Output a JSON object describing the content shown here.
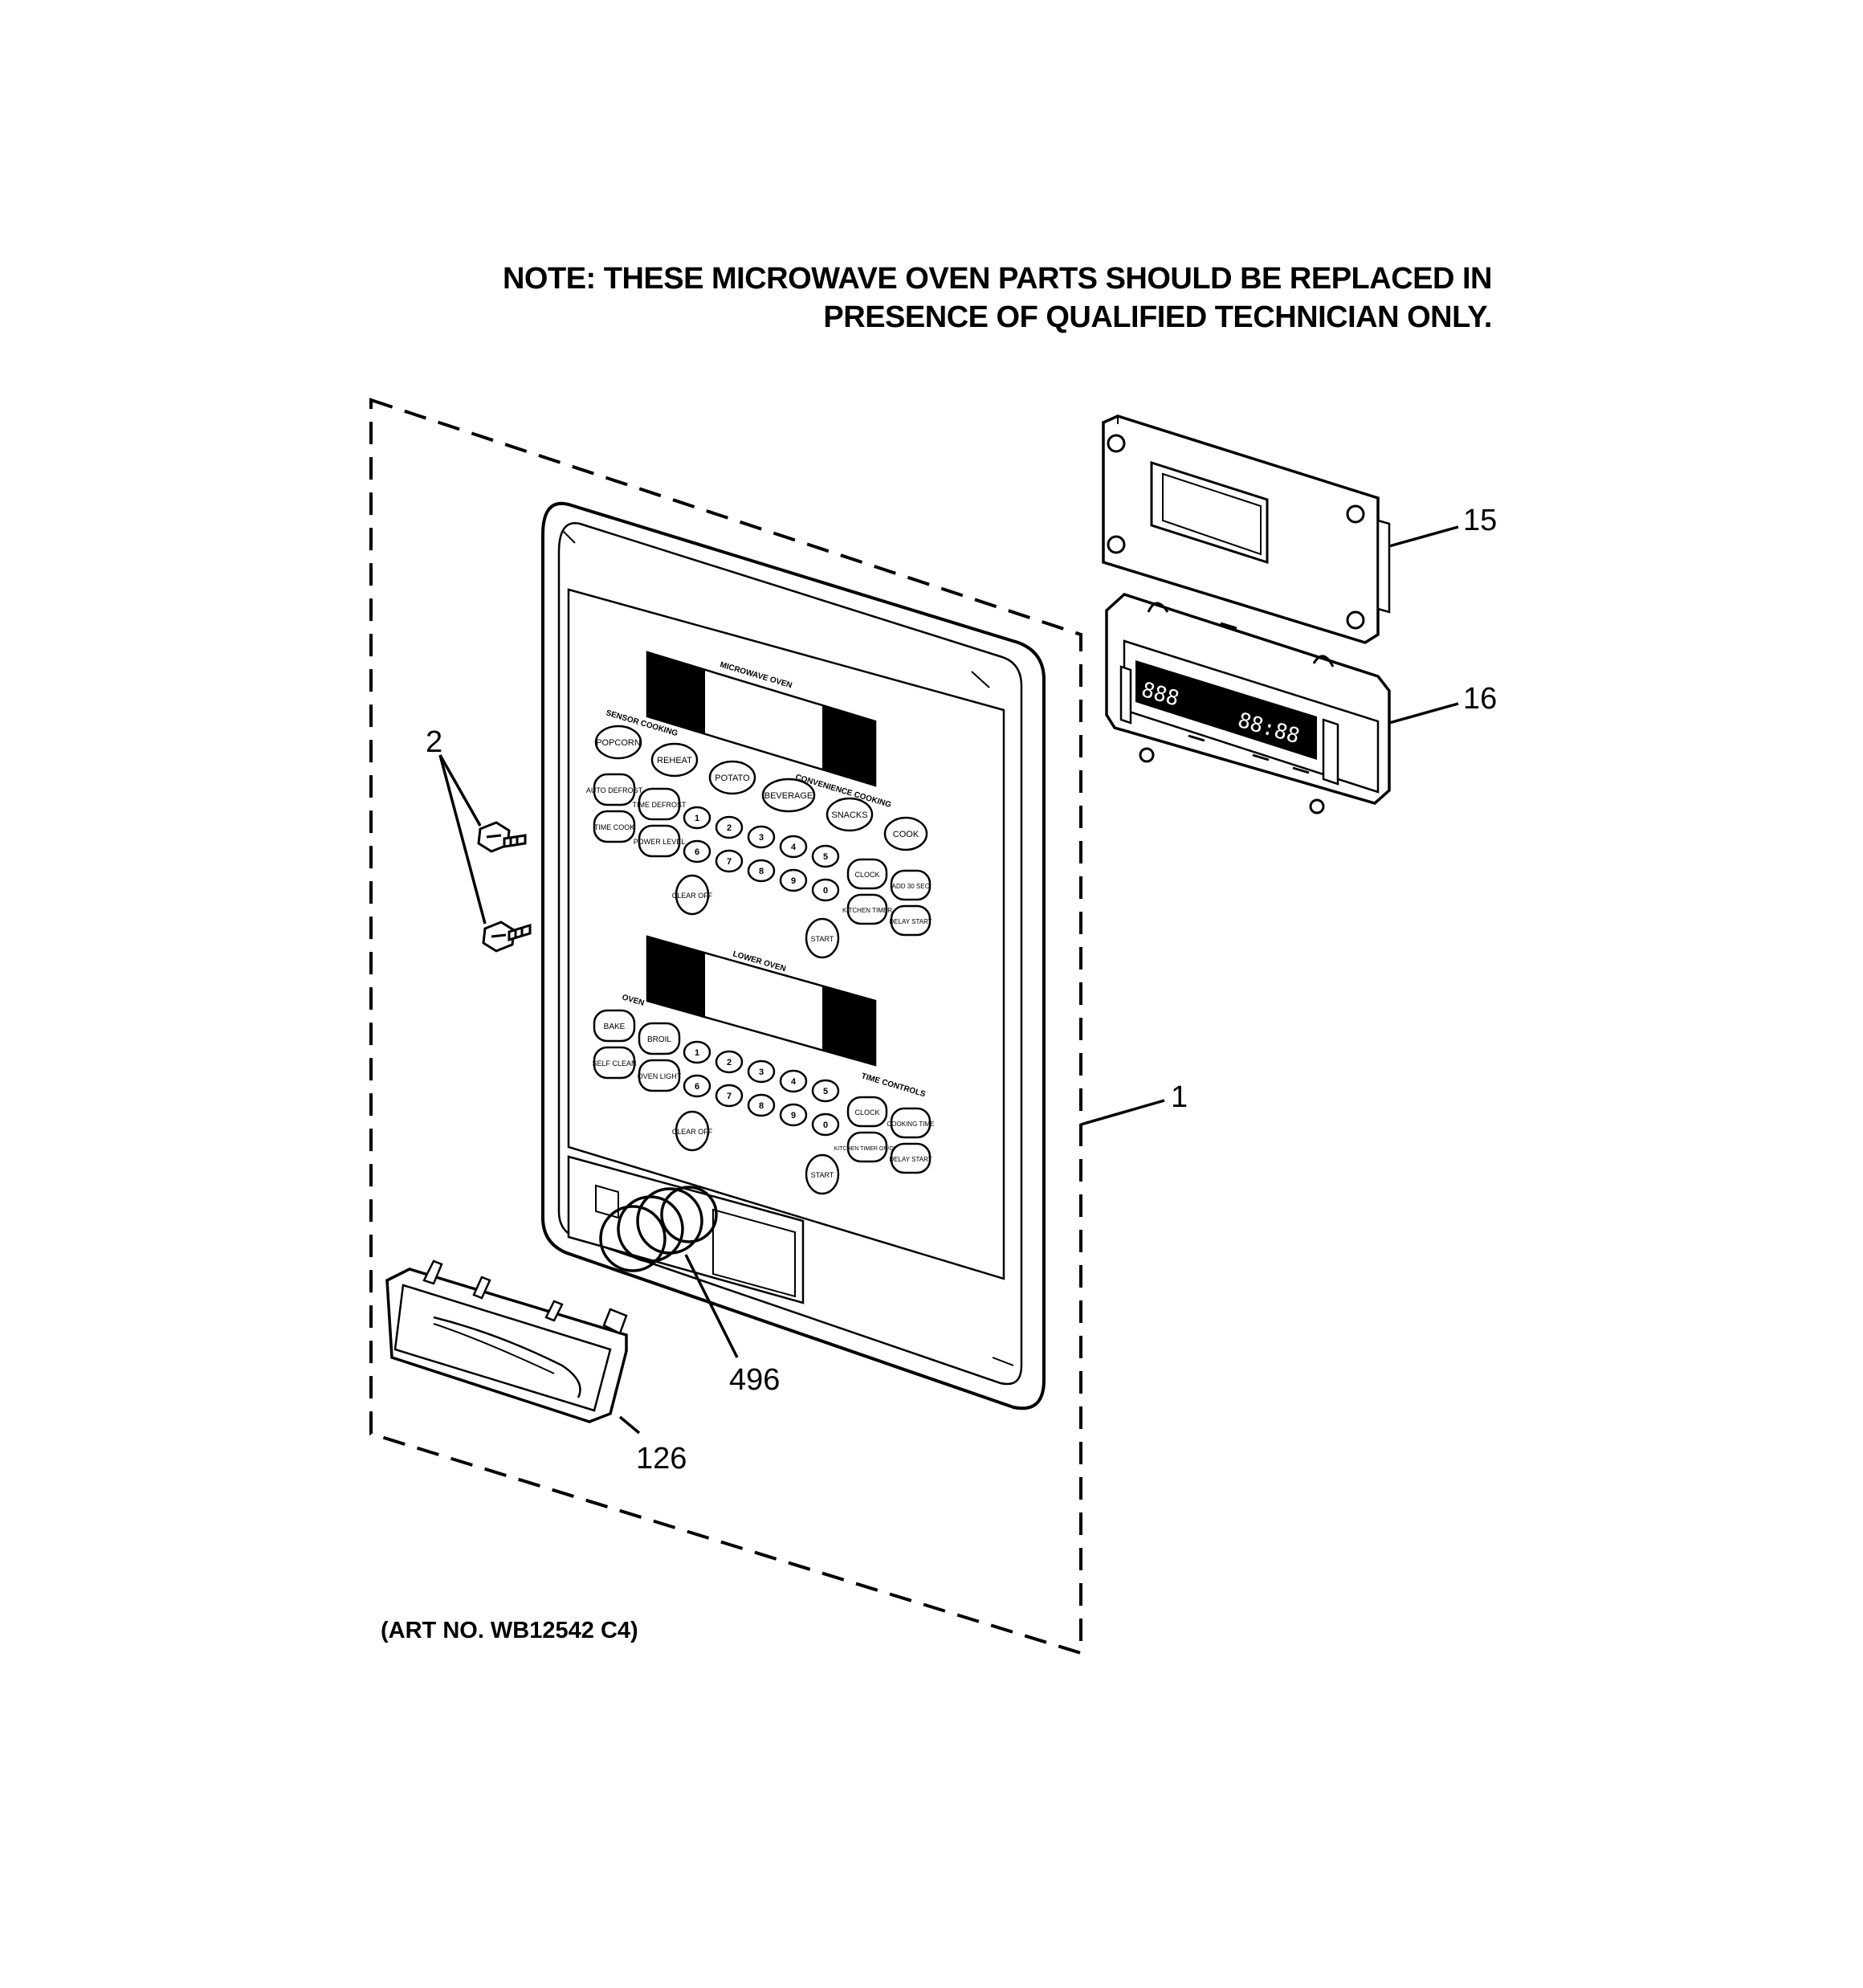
{
  "note": {
    "line1": "NOTE: THESE MICROWAVE OVEN PARTS SHOULD BE REPLACED IN",
    "line2": "PRESENCE OF QUALIFIED TECHNICIAN ONLY."
  },
  "art_number": "(ART NO. WB12542 C4)",
  "callouts": {
    "panel": "1",
    "screws": "2",
    "board_upper": "15",
    "board_lower": "16",
    "springs": "496",
    "handle": "126"
  },
  "panel": {
    "microwave_label": "MICROWAVE OVEN",
    "sensor_label": "SENSOR COOKING",
    "convenience_label": "CONVENIENCE COOKING",
    "lower_oven_label": "LOWER OVEN",
    "oven_label": "OVEN",
    "time_controls_label": "TIME CONTROLS",
    "mw_buttons": {
      "popcorn": "POPCORN",
      "reheat": "REHEAT",
      "potato": "POTATO",
      "beverage": "BEVERAGE",
      "snacks": "SNACKS",
      "cook": "COOK",
      "auto_defrost": "AUTO DEFROST",
      "time_defrost": "TIME DEFROST",
      "time_cook": "TIME COOK",
      "power_level": "POWER LEVEL",
      "clear_off": "CLEAR OFF",
      "start": "START",
      "clock": "CLOCK",
      "add_30": "ADD 30 SEC",
      "kitchen_timer": "KITCHEN TIMER",
      "delay_start": "DELAY START"
    },
    "oven_buttons": {
      "bake": "BAKE",
      "broil": "BROIL",
      "self_clean": "SELF CLEAN",
      "oven_light": "OVEN LIGHT",
      "clear_off": "CLEAR OFF",
      "start": "START",
      "clock": "CLOCK",
      "cooking_time": "COOKING TIME",
      "kitchen_timer": "KITCHEN TIMER ON/OFF",
      "delay_start": "DELAY START"
    },
    "digits_top": [
      "1",
      "2",
      "3",
      "4",
      "5",
      "6",
      "7",
      "8",
      "9",
      "0"
    ],
    "digits_bottom": [
      "1",
      "2",
      "3",
      "4",
      "5",
      "6",
      "7",
      "8",
      "9",
      "0"
    ]
  },
  "display_board": {
    "digits_left": "888",
    "digits_right": "88:88"
  }
}
